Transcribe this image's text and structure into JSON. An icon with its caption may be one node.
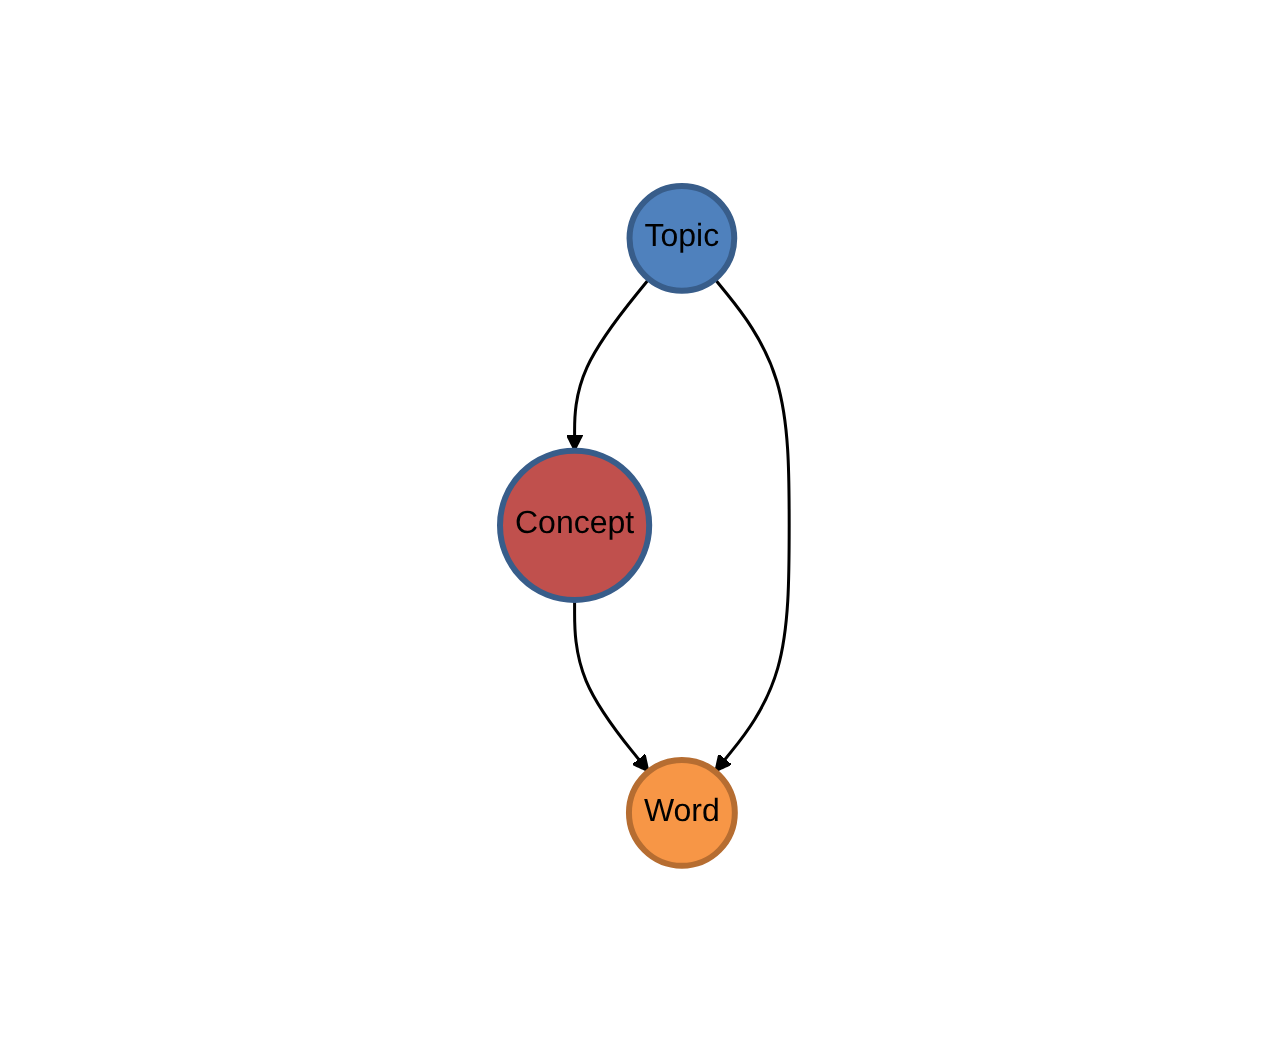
{
  "diagram": {
    "nodes": [
      {
        "text": [
          "Concept"
        ]
      },
      {
        "text": [
          "Topic"
        ]
      },
      {
        "text": [
          "Word"
        ]
      }
    ],
    "edges": [
      {
        "from": 1,
        "to": 0,
        "arrow": "to"
      },
      {
        "from": 0,
        "to": 2,
        "arrow": "to"
      },
      {
        "from": 1,
        "to": 2,
        "arrow": "to"
      }
    ]
  }
}
